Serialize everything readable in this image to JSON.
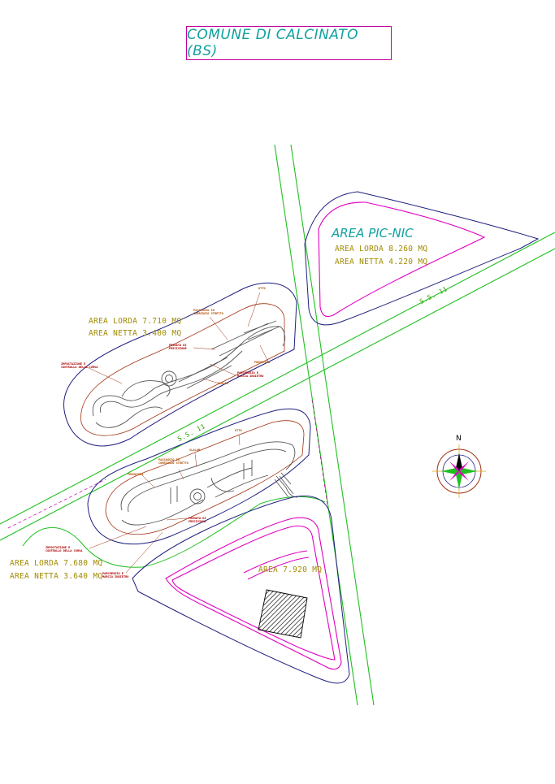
{
  "title": "COMUNE DI CALCINATO (BS)",
  "picnic": {
    "name": "AREA PIC-NIC",
    "lorda": "AREA LORDA 8.260 MQ",
    "netta": "AREA NETTA 4.220 MQ"
  },
  "road": {
    "label_upper": "S.S. 11",
    "label_lower": "S.S. 11"
  },
  "track_upper": {
    "lorda": "AREA LORDA 7.710 MQ",
    "netta": "AREA NETTA 3.400 MQ",
    "otto": "OTTO",
    "passaggio": "PASSAGGIO IN\nCORRIDOIO STRETTO",
    "frenata_precisione": "FRENATA DI\nPRECISIONE",
    "impostazione": "IMPOSTAZIONE E\nCONTROLLO DELLA CURVA",
    "frenatura": "FRENATURA",
    "parcheggio": "PARCHEGGIO E\nMARCIA INDIETRO",
    "slalom": "SLALOM"
  },
  "track_lower": {
    "lorda": "AREA LORDA 7.680 MQ",
    "netta": "AREA NETTA 3.640 MQ",
    "otto": "OTTO",
    "slalom": "SLALOM",
    "passaggio": "PASSAGGIO IN\nCORRIDOIO STRETTO",
    "frenatura": "FRENATURA",
    "frenata_precisione": "FRENATA DI\nPRECISIONE",
    "impostazione": "IMPOSTAZIONE E\nCONTROLLO DELLA CURVA",
    "parcheggio": "PARCHEGGIO E\nMARCIA INDIETRO"
  },
  "parking": {
    "area": "AREA 7.920 MQ"
  },
  "compass": {
    "north": "N"
  },
  "colors": {
    "road": "#20c020",
    "boundary": "#202080",
    "magenta": "#e000c0",
    "title_text": "#10a0a0",
    "area_text": "#a08a00",
    "track_outline": "#a03010",
    "track_inner": "#606060"
  }
}
